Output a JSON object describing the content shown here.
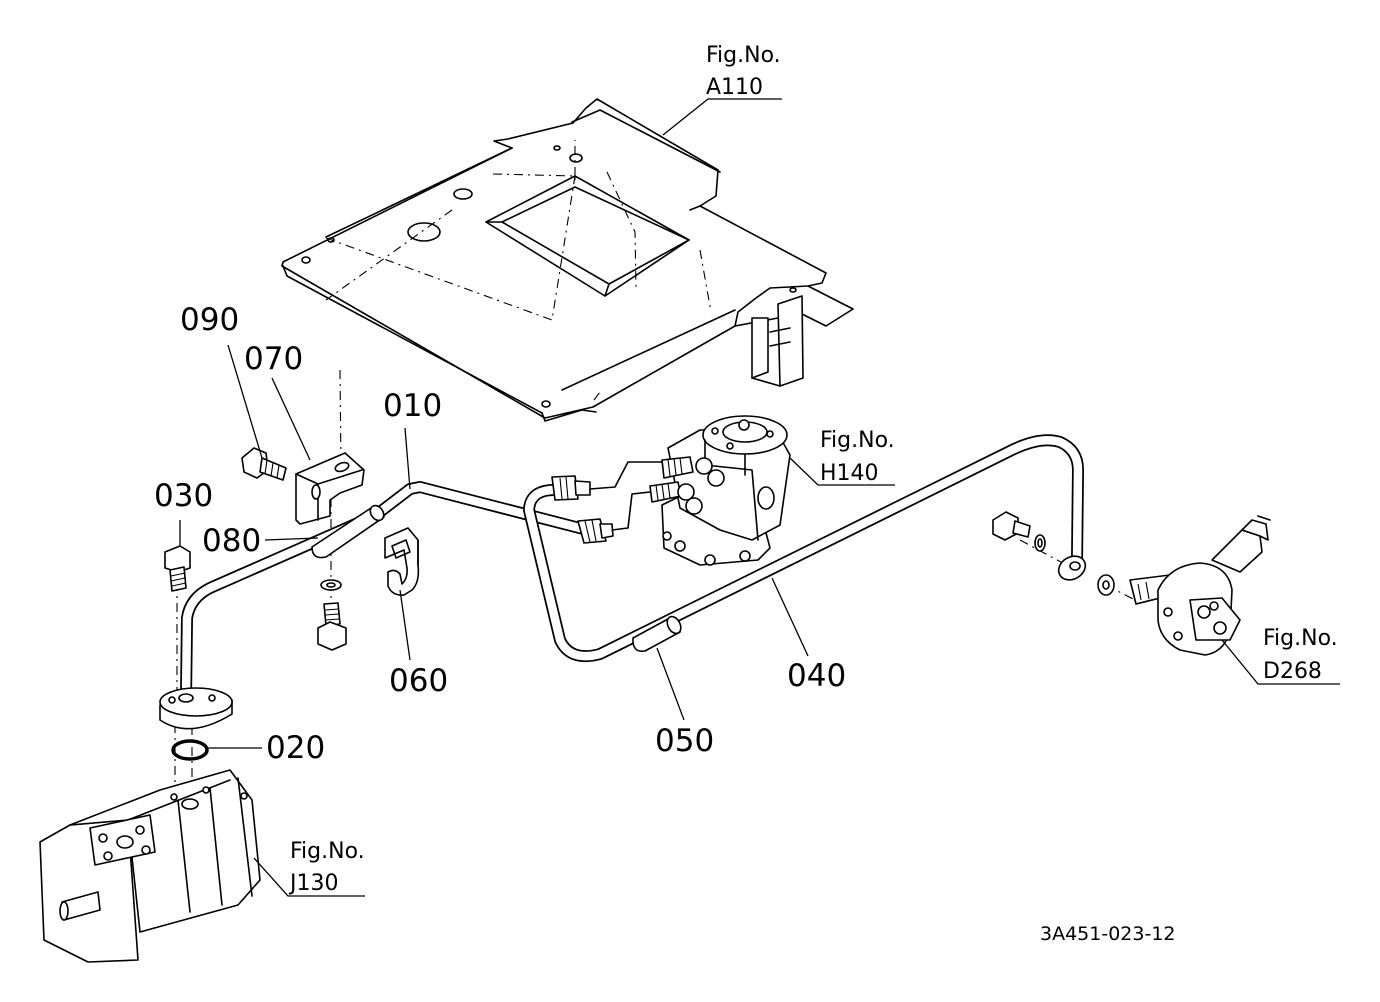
{
  "parts": [
    {
      "id": "p010",
      "label": "010"
    },
    {
      "id": "p020",
      "label": "020"
    },
    {
      "id": "p030",
      "label": "030"
    },
    {
      "id": "p040",
      "label": "040"
    },
    {
      "id": "p050",
      "label": "050"
    },
    {
      "id": "p060",
      "label": "060"
    },
    {
      "id": "p070",
      "label": "070"
    },
    {
      "id": "p080",
      "label": "080"
    },
    {
      "id": "p090",
      "label": "090"
    }
  ],
  "figure_refs": [
    {
      "id": "a110",
      "caption": "Fig.No.",
      "code": "A110"
    },
    {
      "id": "h140",
      "caption": "Fig.No.",
      "code": "H140"
    },
    {
      "id": "d268",
      "caption": "Fig.No.",
      "code": "D268"
    },
    {
      "id": "j130",
      "caption": "Fig.No.",
      "code": "J130"
    }
  ],
  "drawing_code": "3A451-023-12"
}
